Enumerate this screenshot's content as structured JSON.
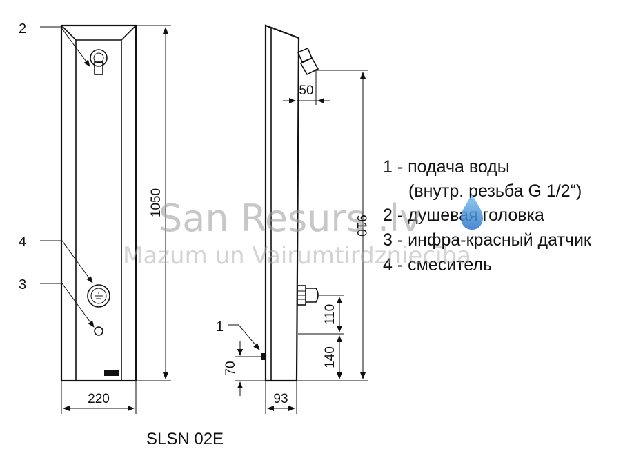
{
  "dimensions": {
    "front_height": "1050",
    "front_width": "220",
    "side_height": "910",
    "side_depth": "93",
    "outlet_offset": "50",
    "mixer_offset": "110",
    "mixer_base": "140",
    "inlet_height": "70"
  },
  "callouts": {
    "showerhead": "2",
    "mixer": "4",
    "sensor": "3",
    "inlet": "1"
  },
  "legend": {
    "line1": "1 - подача воды",
    "line1b": "(внутр. резьба G 1/2“)",
    "line2": "2 - душевая головка",
    "line3": "3 - инфра-красный датчик",
    "line4": "4 - смеситель"
  },
  "model": "SLSN 02E",
  "plate_label": "SLSN",
  "watermark": {
    "title": "San Resurs .lv",
    "subtitle": "Mazum un Vairumtirdzniecība"
  },
  "colors": {
    "line": "#111111",
    "watermark": "#9a9a9a",
    "drop": "#3a8fd8"
  }
}
